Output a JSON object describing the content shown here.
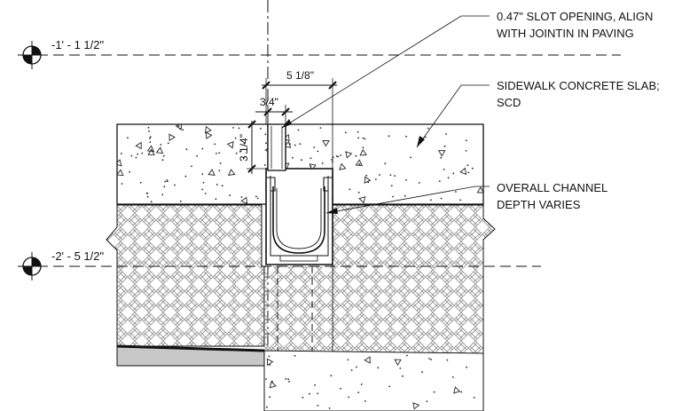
{
  "elevations": {
    "upper": "-1' - 1 1/2\"",
    "lower": "-2' - 5 1/2\""
  },
  "dimensions": {
    "overall_width": "5 1/8\"",
    "slot_width": "3/4\"",
    "slot_depth": "3 1/4\""
  },
  "notes": {
    "slot_line1": "0.47\" SLOT OPENING, ALIGN",
    "slot_line2": "WITH JOINTIN IN PAVING",
    "slab_line1": "SIDEWALK CONCRETE SLAB;",
    "slab_line2": "SCD",
    "channel_line1": "OVERALL CHANNEL",
    "channel_line2": "DEPTH VARIES"
  },
  "colors": {
    "line": "#111111",
    "grade_fill": "#c8c8c8",
    "hatch": "#9a9a9a"
  }
}
